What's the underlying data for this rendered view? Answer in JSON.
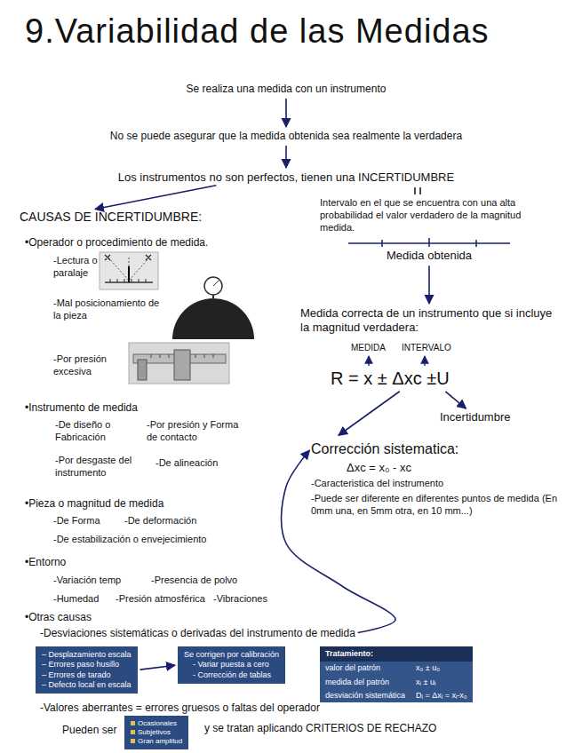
{
  "diagram": {
    "title": "9.Variabilidad de las Medidas",
    "nodes": [
      {
        "text": [
          "Se realiza una medida con un instrumento"
        ]
      },
      {
        "text": [
          "No se puede asegurar que la medida obtenida sea realmente la verdadera"
        ]
      },
      {
        "text": [
          "Los instrumentos no son perfectos, tienen una INCERTIDUMBRE"
        ]
      },
      {
        "text": [
          "CAUSAS DE INCERTIDUMBRE:"
        ]
      },
      {
        "text": [
          "Intervalo en el que se encuentra con una alta probabilidad el valor verdadero de la magnitud medida."
        ]
      },
      {
        "text": [
          "Medida obtenida"
        ]
      },
      {
        "text": [
          "Medida correcta de un instrumento que si incluye la magnitud verdadera:"
        ]
      },
      {
        "text": [
          "R = x ± Δxc ±U"
        ]
      },
      {
        "text": [
          "Incertidumbre"
        ]
      },
      {
        "text": [
          "Corrección sistematica:",
          "Δxc = x₀ - xc",
          "-Caracteristica del instrumento",
          "-Puede ser diferente en diferentes puntos de medida (En 0mm una, en 5mm otra, en 10 mm...)"
        ]
      },
      {
        "text": [
          "-Desviaciones sistemáticas o derivadas del instrumento de medida"
        ]
      },
      {
        "text": [
          "– Desplazamiento escala",
          "– Errores paso husillo",
          "– Errores de tarado",
          "– Defecto local en escala"
        ]
      },
      {
        "text": [
          "Se corrigen por calibración",
          "- Variar puesta a cero",
          "- Corrección de tablas"
        ]
      },
      {
        "text": [
          "Tratamiento:",
          "valor del patrón",
          "x₀ ± u₀",
          "medida del patrón",
          "xᵢ ± uᵢ",
          "desviación sistemática",
          "Dᵢ = Δxᵢ = xᵢ-x₀"
        ]
      },
      {
        "text": [
          "Ocasionales",
          "Subjetivos",
          "Gran amplitud"
        ]
      }
    ],
    "edges": [
      {
        "from": 0,
        "to": 1,
        "arrow": "to"
      },
      {
        "from": 1,
        "to": 2,
        "arrow": "to"
      },
      {
        "from": 2,
        "to": 3,
        "arrow": "to"
      },
      {
        "from": 5,
        "to": 6,
        "arrow": "to"
      },
      {
        "from": 7,
        "to": 8,
        "arrow": "to"
      },
      {
        "from": 7,
        "to": 9,
        "arrow": "to"
      },
      {
        "from": 10,
        "to": 9,
        "arrow": "to"
      },
      {
        "from": 11,
        "to": 12,
        "arrow": "to"
      }
    ],
    "labels": [
      "•Operador o procedimiento de medida.",
      "-Lectura o paralaje",
      "-Mal posicionamiento de la pieza",
      "-Por presión excesiva",
      "•Instrumento de medida",
      "-De diseño o Fabricación",
      "-Por presión y Forma de contacto",
      "-Por desgaste del instrumento",
      "-De alineación",
      "•Pieza o magnitud de medida",
      "-De Forma",
      "-De deformación",
      "-De estabilización o envejecimiento",
      "•Entorno",
      "-Variación temp",
      "-Presencia de polvo",
      "-Humedad",
      "-Presión atmosférica",
      "-Vibraciones",
      "•Otras causas",
      "-Valores aberrantes = errores gruesos o faltas del operador",
      "Pueden ser",
      "y se tratan aplicando CRITERIOS DE RECHAZO",
      "MEDIDA",
      "INTERVALO"
    ]
  }
}
